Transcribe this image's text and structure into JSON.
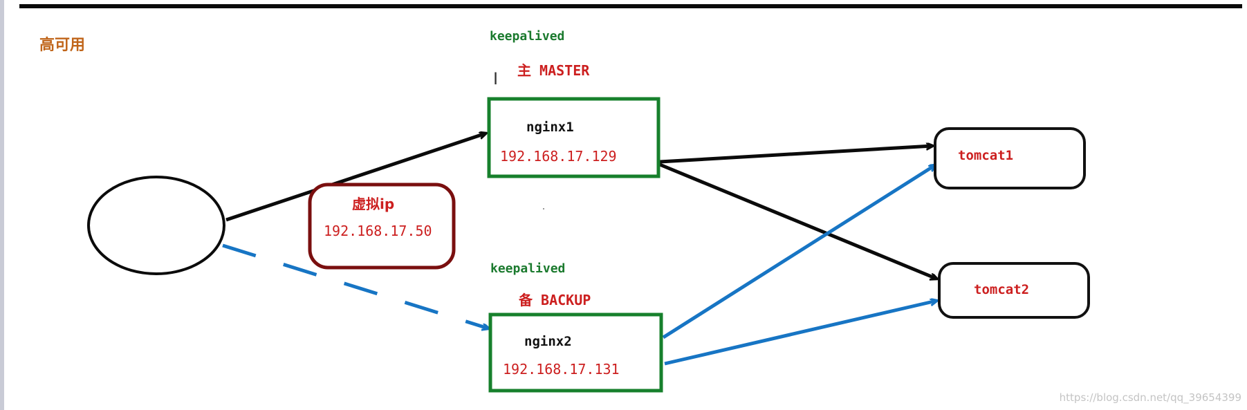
{
  "title": "高可用",
  "master": {
    "software": "keepalived",
    "role": "主 MASTER",
    "name": "nginx1",
    "ip": "192.168.17.129"
  },
  "backup": {
    "software": "keepalived",
    "role": "备 BACKUP",
    "name": "nginx2",
    "ip": "192.168.17.131"
  },
  "virtual_ip": {
    "label": "虚拟ip",
    "ip": "192.168.17.50"
  },
  "servers": [
    {
      "name": "tomcat1"
    },
    {
      "name": "tomcat2"
    }
  ],
  "watermark": "https://blog.csdn.net/qq_39654399",
  "colors": {
    "title": "#c0651a",
    "green_text": "#1b7a2e",
    "red_text": "#cc1f1f",
    "nginx_border": "#17802c",
    "vip_border": "#7a0f0f",
    "active_link": "#0b0b0b",
    "standby_link": "#1775c4",
    "box_border": "#111111"
  }
}
